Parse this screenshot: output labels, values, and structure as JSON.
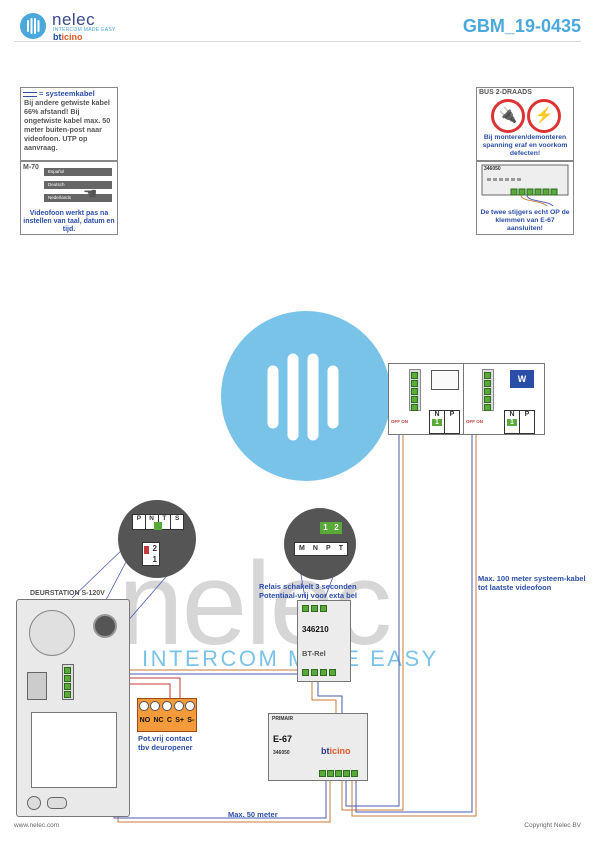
{
  "header": {
    "brand_name": "nelec",
    "brand_sub": "INTERCOM MADE EASY",
    "brand_partner_b": "bt",
    "brand_partner_t": "icino",
    "doc_id": "GBM_19-0435"
  },
  "notes": {
    "cable_legend": "= systeemkabel",
    "cable_text": "Bij andere getwiste kabel 66% afstand! Bij ongetwiste kabel max. 50 meter buiten-post naar videofoon. UTP op aanvraag.",
    "m70_label": "M-70",
    "languages": [
      "Español",
      "Deutsch",
      "Nederlands"
    ],
    "m70_caption": "Videofoon werkt pas na instellen van taal, datum en tijd.",
    "bus_title": "BUS 2-DRAADS",
    "bus_caption": "Bij monteren/demonteren spanning eraf en voorkom defecten!",
    "riser_code": "346050",
    "riser_caption": "De twee stijgers echt OP de klemmen van E-67 aansluiten!"
  },
  "watermark": {
    "word": "nelec",
    "tagline": "INTERCOM MADE EASY"
  },
  "door_station": {
    "title": "DEURSTATION S-120V",
    "contact_terminals": [
      "NO",
      "NC",
      "C",
      "S+",
      "S-"
    ],
    "contact_caption": "Pot.vrij contact tbv deuropener",
    "zoom_header": [
      "P",
      "N",
      "T",
      "S"
    ],
    "zoom_values": [
      "2",
      "1"
    ]
  },
  "relay": {
    "caption": "Relais schakelt 3 seconden Potentiaal-vrij voor exta bel",
    "code": "346210",
    "name": "BT-Rel",
    "zoom_top": [
      "1",
      "2"
    ],
    "zoom_bottom": [
      "M",
      "N",
      "P",
      "T"
    ]
  },
  "power_supply": {
    "label_top": "PRIMAIR",
    "name": "E-67",
    "code": "346050",
    "brand_b": "bt",
    "brand_t": "icino"
  },
  "monitors": {
    "left": {
      "n": "N",
      "p": "P",
      "val": "1",
      "off": "OFF ON"
    },
    "right": {
      "n": "N",
      "p": "P",
      "val": "1",
      "off": "OFF ON",
      "screen": "W"
    }
  },
  "annotations": {
    "max_100": "Max. 100 meter systeem-kabel tot laatste videofoon",
    "max_50": "Max. 50 meter"
  },
  "footer": {
    "url": "www.nelec.com",
    "copyright": "Copyright Nelec BV"
  },
  "colors": {
    "accent": "#4aa8dc",
    "label_blue": "#2b4ea8",
    "wire_orange": "#c87b3a",
    "wire_blue": "#4a5bb0",
    "wire_red": "#c43a3a",
    "terminal_green": "#5aaa3a",
    "relay_orange": "#f39a3a"
  }
}
